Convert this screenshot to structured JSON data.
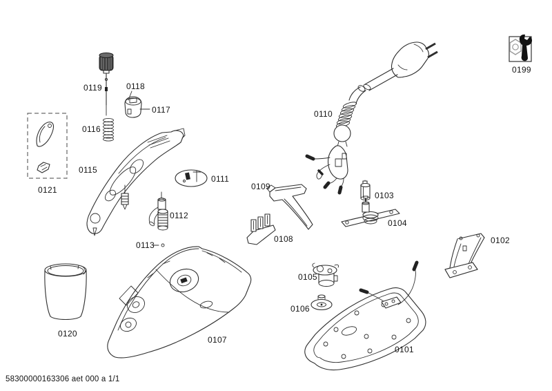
{
  "document": {
    "number": "58300000163306 aet 000 a 1/1"
  },
  "diagram": {
    "type": "exploded-parts-diagram",
    "subject": "steam iron service parts drawing",
    "labels": {
      "0101": "0101",
      "0102": "0102",
      "0103": "0103",
      "0104": "0104",
      "0105": "0105",
      "0106": "0106",
      "0107": "0107",
      "0108": "0108",
      "0109": "0109",
      "0110": "0110",
      "0111": "0111",
      "0112": "0112",
      "0113": "0113",
      "0115": "0115",
      "0116": "0116",
      "0117": "0117",
      "0118": "0118",
      "0119": "0119",
      "0120": "0120",
      "0121": "0121",
      "0199": "0199"
    },
    "icons": {
      "service_tool": "wrench-icon",
      "service_tool_secondary": "hex-nut-icon"
    },
    "colors": {
      "line": "#2e2e2e",
      "background": "#ffffff",
      "icon_dark": "#111111"
    }
  }
}
